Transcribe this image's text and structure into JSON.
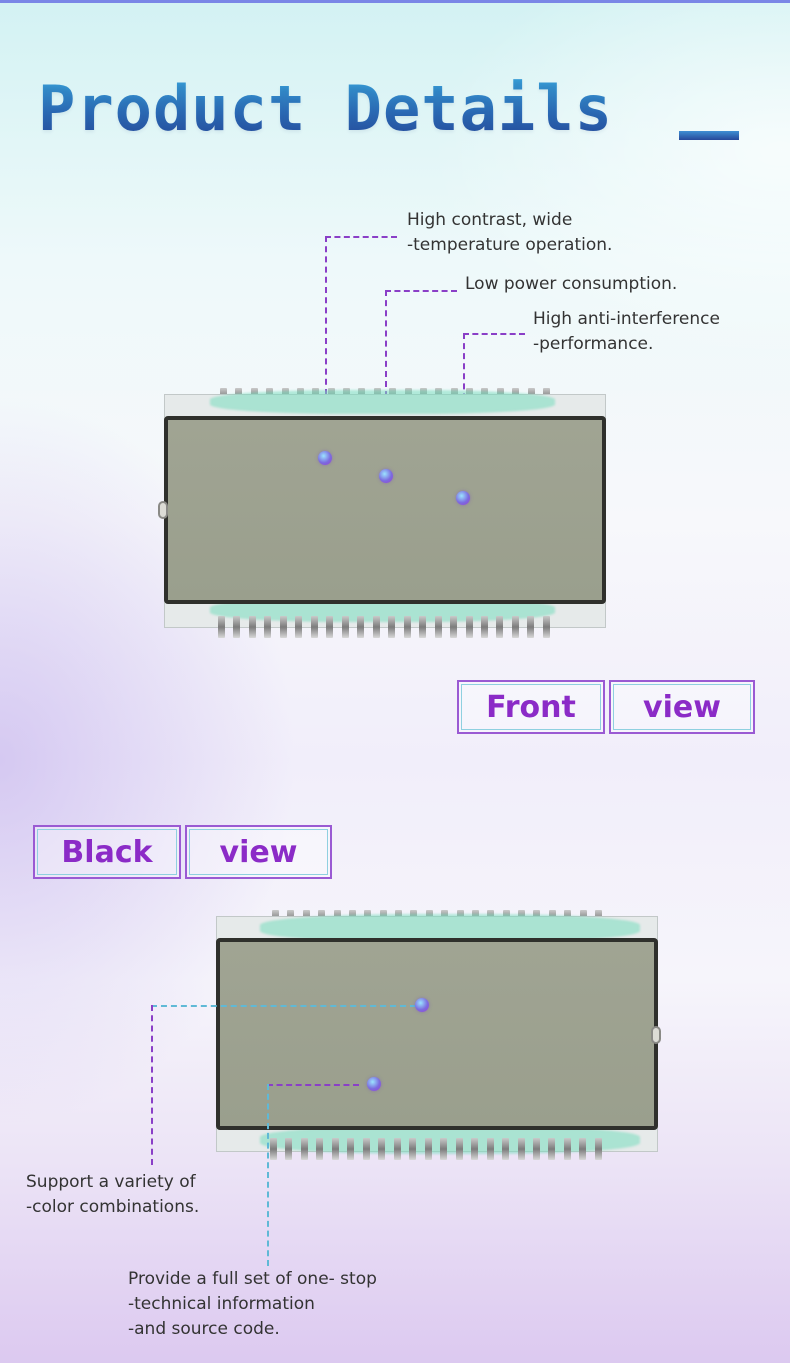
{
  "header": {
    "title": "Product Details"
  },
  "front_section": {
    "callouts": [
      {
        "lines": [
          "High contrast, wide",
          "-temperature operation."
        ]
      },
      {
        "lines": [
          "Low power consumption."
        ]
      },
      {
        "lines": [
          "High anti-interference",
          "-performance."
        ]
      }
    ],
    "view_label": {
      "word1": "Front",
      "word2": "view"
    }
  },
  "back_section": {
    "view_label": {
      "word1": "Black",
      "word2": "view"
    },
    "callouts": [
      {
        "lines": [
          "Support a variety of",
          "-color combinations."
        ]
      },
      {
        "lines": [
          "Provide a full set of one- stop",
          "-technical information",
          "-and source code."
        ]
      }
    ]
  },
  "colors": {
    "title_gradient_top": "#3aa6dc",
    "title_gradient_bottom": "#27489a",
    "accent_purple": "#8b2bc7",
    "leader_purple": "#8a3fc7",
    "leader_cyan": "#5fb9d6",
    "lcd_screen": "#9c a18f"
  }
}
